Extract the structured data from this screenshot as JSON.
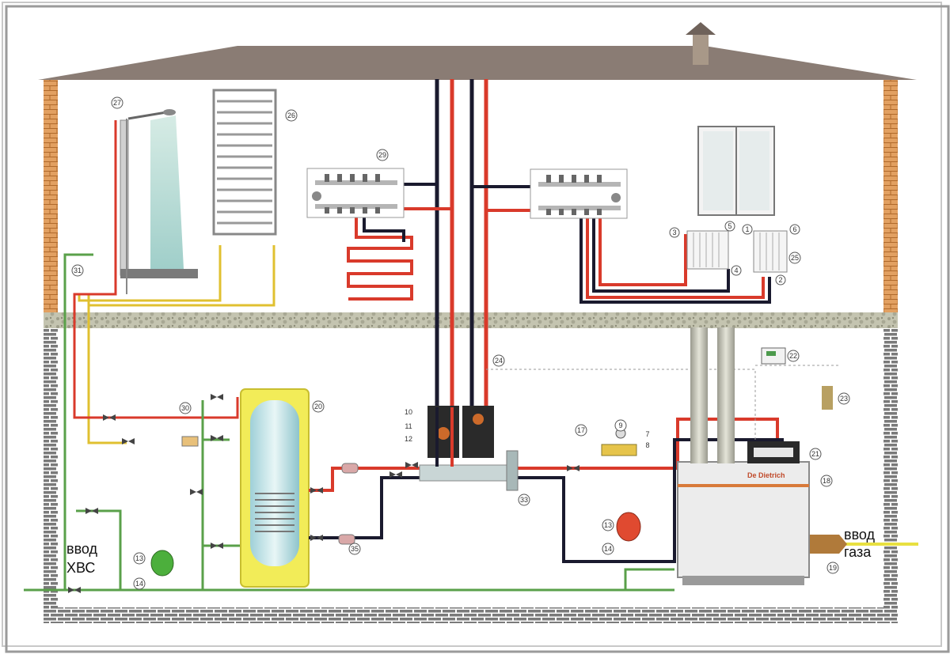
{
  "labels": {
    "cold_water_inlet_line1": "ввод",
    "cold_water_inlet_line2": "ХВС",
    "gas_inlet_line1": "ввод",
    "gas_inlet_line2": "газа",
    "boiler_brand": "De Dietrich"
  },
  "callouts": [
    {
      "id": "c27",
      "text": "27"
    },
    {
      "id": "c26",
      "text": "26"
    },
    {
      "id": "c29",
      "text": "29"
    },
    {
      "id": "c31",
      "text": "31"
    },
    {
      "id": "c30",
      "text": "30"
    },
    {
      "id": "c20",
      "text": "20"
    },
    {
      "id": "c13a",
      "text": "13"
    },
    {
      "id": "c14a",
      "text": "14"
    },
    {
      "id": "c35",
      "text": "35"
    },
    {
      "id": "c10",
      "text": "10"
    },
    {
      "id": "c11",
      "text": "11"
    },
    {
      "id": "c12",
      "text": "12"
    },
    {
      "id": "c24",
      "text": "24"
    },
    {
      "id": "c33",
      "text": "33"
    },
    {
      "id": "c17",
      "text": "17"
    },
    {
      "id": "c9",
      "text": "9"
    },
    {
      "id": "c7",
      "text": "7"
    },
    {
      "id": "c8",
      "text": "8"
    },
    {
      "id": "c13b",
      "text": "13"
    },
    {
      "id": "c14b",
      "text": "14"
    },
    {
      "id": "c22",
      "text": "22"
    },
    {
      "id": "c23",
      "text": "23"
    },
    {
      "id": "c21",
      "text": "21"
    },
    {
      "id": "c18",
      "text": "18"
    },
    {
      "id": "c19",
      "text": "19"
    },
    {
      "id": "c3",
      "text": "3"
    },
    {
      "id": "c5",
      "text": "5"
    },
    {
      "id": "c1",
      "text": "1"
    },
    {
      "id": "c6",
      "text": "6"
    },
    {
      "id": "c25",
      "text": "25"
    },
    {
      "id": "c4",
      "text": "4"
    },
    {
      "id": "c2",
      "text": "2"
    }
  ],
  "colors": {
    "roof": "#8a7a72",
    "brick": "#d9904a",
    "floor_slab": "#b8b8a8",
    "basement_brick": "#6f6f6f",
    "hot_pipe": "#d93a2b",
    "return_pipe": "#1a1a2e",
    "dhw_pipe": "#e0c030",
    "cold_pipe": "#5aa04a",
    "gas_pipe": "#e8e040",
    "tank": "#f2ec58",
    "boiler": "#e8e8e8"
  }
}
